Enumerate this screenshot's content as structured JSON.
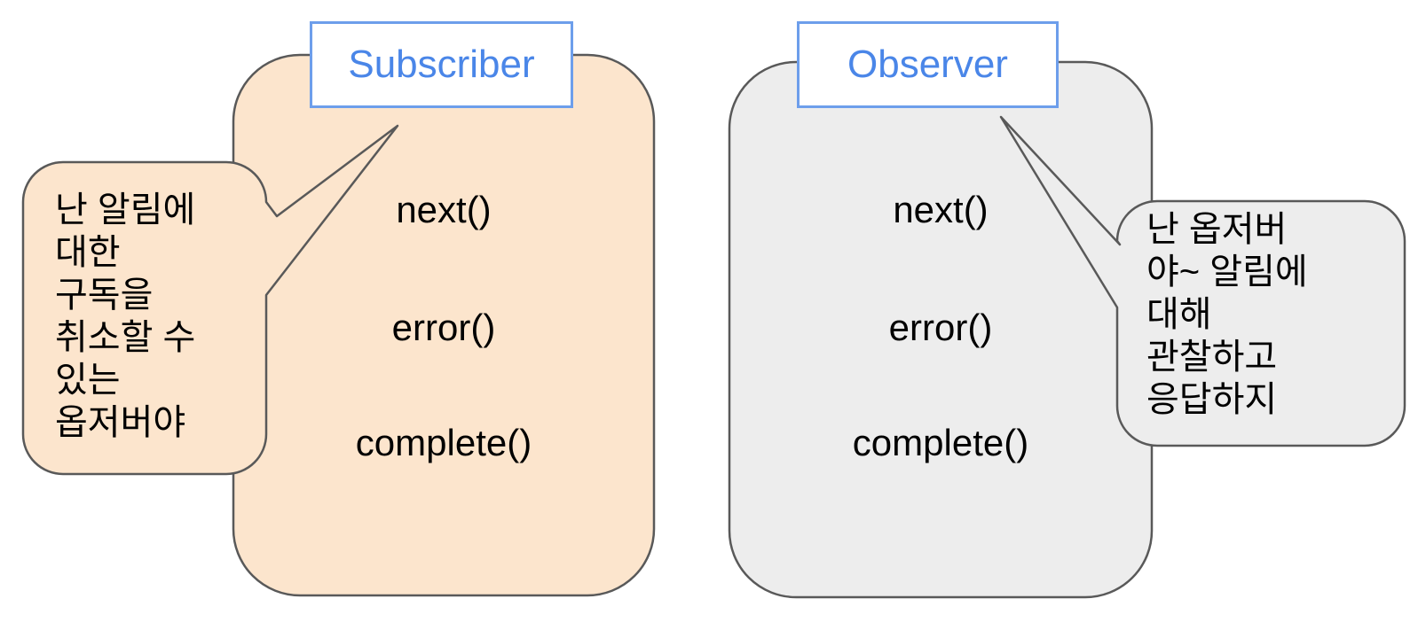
{
  "diagram": {
    "background": "#ffffff",
    "colors": {
      "subscriber_fill": "#FCE5CD",
      "observer_fill": "#EDEDED",
      "shape_stroke": "#595959",
      "label_border": "#6d9eeb",
      "label_text": "#4a86e8",
      "body_text": "#000000"
    },
    "subscriber": {
      "title": "Subscriber",
      "methods": [
        "next()",
        "error()",
        "complete()"
      ],
      "callout_lines": [
        "난 알림에",
        "대한",
        "구독을",
        "취소할 수",
        "있는",
        "옵저버야"
      ]
    },
    "observer": {
      "title": "Observer",
      "methods": [
        "next()",
        "error()",
        "complete()"
      ],
      "callout_lines": [
        "난 옵저버",
        "야~ 알림에",
        "대해",
        "관찰하고",
        "응답하지"
      ]
    }
  }
}
